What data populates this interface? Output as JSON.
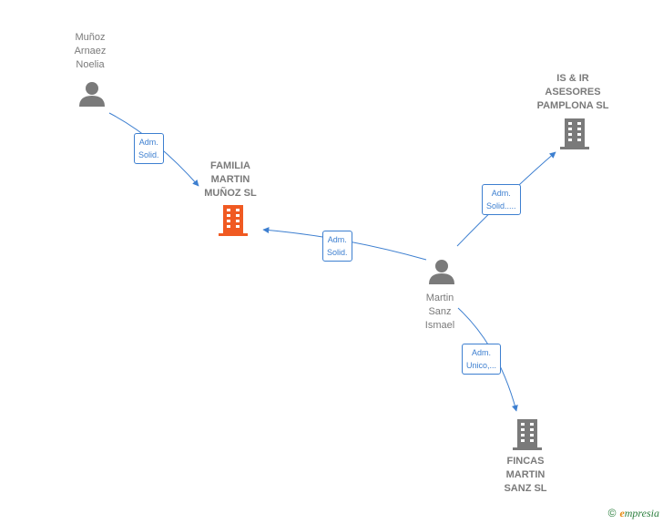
{
  "nodes": {
    "munoz_arnaez": {
      "label": "Muñoz\nArnaez\nNoelia",
      "type": "person"
    },
    "familia_martin": {
      "label": "FAMILIA\nMARTIN\nMUÑOZ  SL",
      "type": "company",
      "highlight": true
    },
    "is_ir": {
      "label": "IS & IR\nASESORES\nPAMPLONA  SL",
      "type": "company"
    },
    "martin_sanz": {
      "label": "Martin\nSanz\nIsmael",
      "type": "person"
    },
    "fincas": {
      "label": "FINCAS\nMARTIN\nSANZ  SL",
      "type": "company"
    }
  },
  "edges": {
    "e1": {
      "label": "Adm.\nSolid.",
      "from": "munoz_arnaez",
      "to": "familia_martin"
    },
    "e2": {
      "label": "Adm.\nSolid.",
      "from": "martin_sanz",
      "to": "familia_martin"
    },
    "e3": {
      "label": "Adm.\nSolid.....",
      "from": "martin_sanz",
      "to": "is_ir"
    },
    "e4": {
      "label": "Adm.\nUnico,...",
      "from": "martin_sanz",
      "to": "fincas"
    }
  },
  "colors": {
    "edge": "#3d7fd0",
    "node_gray": "#7a7a7a",
    "highlight": "#f05a22"
  },
  "footer": {
    "copyright": "©",
    "brand_first": "e",
    "brand_rest": "mpresia"
  }
}
